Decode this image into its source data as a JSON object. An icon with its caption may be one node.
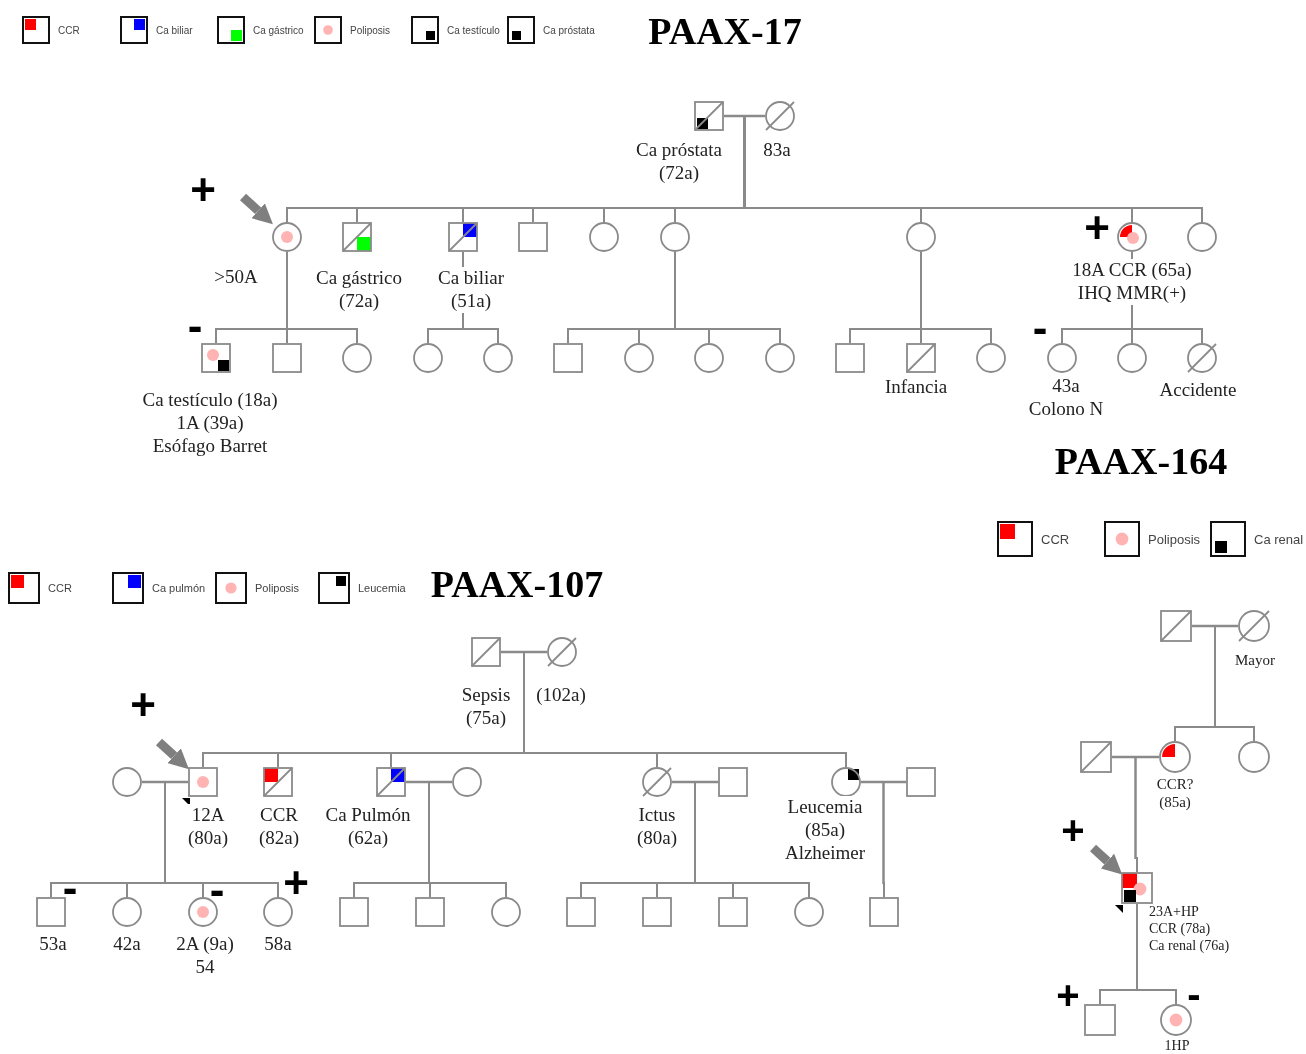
{
  "diagram": {
    "nodes": [
      {
        "text": [],
        "shape": "box",
        "beside": [
          "Ca próstata (72a)"
        ]
      },
      {
        "text": [],
        "shape": "circle",
        "beside": [
          "83a"
        ]
      },
      {
        "text": [],
        "shape": "circle",
        "beside": [
          ">50A"
        ]
      },
      {
        "text": [],
        "shape": "box",
        "beside": [
          "Ca gástrico (72a)"
        ]
      },
      {
        "text": [],
        "shape": "box",
        "beside": [
          "Ca biliar (51a)"
        ]
      },
      {
        "text": [],
        "shape": "box"
      },
      {
        "text": [],
        "shape": "circle"
      },
      {
        "text": [],
        "shape": "circle"
      },
      {
        "text": [],
        "shape": "circle"
      },
      {
        "text": [],
        "shape": "circle",
        "beside": [
          "18A CCR (65a)",
          "IHQ MMR(+)"
        ]
      },
      {
        "text": [],
        "shape": "circle"
      },
      {
        "text": [],
        "shape": "box",
        "beside": [
          "Ca testículo (18a)",
          "1A (39a)",
          "Esófago Barret"
        ]
      },
      {
        "text": [],
        "shape": "box"
      },
      {
        "text": [],
        "shape": "circle"
      },
      {
        "text": [],
        "shape": "circle"
      },
      {
        "text": [],
        "shape": "circle"
      },
      {
        "text": [],
        "shape": "box"
      },
      {
        "text": [],
        "shape": "circle"
      },
      {
        "text": [],
        "shape": "circle"
      },
      {
        "text": [],
        "shape": "circle"
      },
      {
        "text": [],
        "shape": "box"
      },
      {
        "text": [],
        "shape": "box",
        "beside": [
          "Infancia"
        ]
      },
      {
        "text": [],
        "shape": "circle"
      },
      {
        "text": [],
        "shape": "circle",
        "beside": [
          "43a",
          "Colono N"
        ]
      },
      {
        "text": [],
        "shape": "circle"
      },
      {
        "text": [],
        "shape": "circle",
        "beside": [
          "Accidente"
        ]
      },
      {
        "text": [],
        "shape": "box",
        "beside": [
          "Sepsis (75a)"
        ]
      },
      {
        "text": [],
        "shape": "circle",
        "beside": [
          "(102a)"
        ]
      },
      {
        "text": [],
        "shape": "circle"
      },
      {
        "text": [],
        "shape": "box",
        "beside": [
          "12A (80a)"
        ]
      },
      {
        "text": [],
        "shape": "box",
        "beside": [
          "CCR (82a)"
        ]
      },
      {
        "text": [],
        "shape": "box",
        "beside": [
          "Ca Pulmón (62a)"
        ]
      },
      {
        "text": [],
        "shape": "circle"
      },
      {
        "text": [],
        "shape": "circle",
        "beside": [
          "Ictus (80a)"
        ]
      },
      {
        "text": [],
        "shape": "box"
      },
      {
        "text": [],
        "shape": "circle",
        "beside": [
          "Leucemia (85a)",
          "Alzheimer"
        ]
      },
      {
        "text": [],
        "shape": "box"
      },
      {
        "text": [],
        "shape": "box",
        "beside": [
          "53a"
        ]
      },
      {
        "text": [],
        "shape": "circle",
        "beside": [
          "42a"
        ]
      },
      {
        "text": [],
        "shape": "circle",
        "beside": [
          "2A (9a)",
          "54"
        ]
      },
      {
        "text": [],
        "shape": "circle",
        "beside": [
          "58a"
        ]
      },
      {
        "text": [],
        "shape": "box"
      },
      {
        "text": [],
        "shape": "box"
      },
      {
        "text": [],
        "shape": "circle"
      },
      {
        "text": [],
        "shape": "box"
      },
      {
        "text": [],
        "shape": "box"
      },
      {
        "text": [],
        "shape": "box"
      },
      {
        "text": [],
        "shape": "circle"
      },
      {
        "text": [],
        "shape": "box"
      },
      {
        "text": [],
        "shape": "box"
      },
      {
        "text": [],
        "shape": "circle",
        "beside": [
          "Mayor"
        ]
      },
      {
        "text": [],
        "shape": "box"
      },
      {
        "text": [],
        "shape": "circle",
        "beside": [
          "CCR? (85a)"
        ]
      },
      {
        "text": [],
        "shape": "circle"
      },
      {
        "text": [],
        "shape": "box",
        "beside": [
          "23A+HP",
          "CCR (78a)",
          "Ca renal (76a)"
        ]
      },
      {
        "text": [],
        "shape": "box"
      },
      {
        "text": [],
        "shape": "circle",
        "beside": [
          "1HP"
        ]
      }
    ],
    "edges": [
      {
        "from": 0,
        "to": 1,
        "arrow": "none"
      },
      {
        "from": 0,
        "to": 2,
        "arrow": "none"
      },
      {
        "from": 1,
        "to": 2,
        "arrow": "none"
      },
      {
        "from": 0,
        "to": 3,
        "arrow": "none"
      },
      {
        "from": 1,
        "to": 3,
        "arrow": "none"
      },
      {
        "from": 0,
        "to": 4,
        "arrow": "none"
      },
      {
        "from": 1,
        "to": 4,
        "arrow": "none"
      },
      {
        "from": 0,
        "to": 5,
        "arrow": "none"
      },
      {
        "from": 1,
        "to": 5,
        "arrow": "none"
      },
      {
        "from": 0,
        "to": 6,
        "arrow": "none"
      },
      {
        "from": 1,
        "to": 6,
        "arrow": "none"
      },
      {
        "from": 0,
        "to": 7,
        "arrow": "none"
      },
      {
        "from": 1,
        "to": 7,
        "arrow": "none"
      },
      {
        "from": 0,
        "to": 8,
        "arrow": "none"
      },
      {
        "from": 1,
        "to": 8,
        "arrow": "none"
      },
      {
        "from": 0,
        "to": 9,
        "arrow": "none"
      },
      {
        "from": 1,
        "to": 9,
        "arrow": "none"
      },
      {
        "from": 0,
        "to": 10,
        "arrow": "none"
      },
      {
        "from": 1,
        "to": 10,
        "arrow": "none"
      },
      {
        "from": 2,
        "to": 11,
        "arrow": "none"
      },
      {
        "from": 2,
        "to": 12,
        "arrow": "none"
      },
      {
        "from": 2,
        "to": 13,
        "arrow": "none"
      },
      {
        "from": 4,
        "to": 14,
        "arrow": "none"
      },
      {
        "from": 4,
        "to": 15,
        "arrow": "none"
      },
      {
        "from": 7,
        "to": 16,
        "arrow": "none"
      },
      {
        "from": 7,
        "to": 17,
        "arrow": "none"
      },
      {
        "from": 7,
        "to": 18,
        "arrow": "none"
      },
      {
        "from": 7,
        "to": 19,
        "arrow": "none"
      },
      {
        "from": 8,
        "to": 20,
        "arrow": "none"
      },
      {
        "from": 8,
        "to": 21,
        "arrow": "none"
      },
      {
        "from": 8,
        "to": 22,
        "arrow": "none"
      },
      {
        "from": 9,
        "to": 23,
        "arrow": "none"
      },
      {
        "from": 9,
        "to": 24,
        "arrow": "none"
      },
      {
        "from": 9,
        "to": 25,
        "arrow": "none"
      },
      {
        "from": null,
        "to": 2,
        "arrow": "to",
        "style": "thick"
      },
      {
        "from": 26,
        "to": 27,
        "arrow": "none"
      },
      {
        "from": 26,
        "to": 29,
        "arrow": "none"
      },
      {
        "from": 27,
        "to": 29,
        "arrow": "none"
      },
      {
        "from": 26,
        "to": 30,
        "arrow": "none"
      },
      {
        "from": 27,
        "to": 30,
        "arrow": "none"
      },
      {
        "from": 26,
        "to": 31,
        "arrow": "none"
      },
      {
        "from": 27,
        "to": 31,
        "arrow": "none"
      },
      {
        "from": 26,
        "to": 33,
        "arrow": "none"
      },
      {
        "from": 27,
        "to": 33,
        "arrow": "none"
      },
      {
        "from": 26,
        "to": 35,
        "arrow": "none"
      },
      {
        "from": 27,
        "to": 35,
        "arrow": "none"
      },
      {
        "from": 28,
        "to": 29,
        "arrow": "none"
      },
      {
        "from": 28,
        "to": 37,
        "arrow": "none"
      },
      {
        "from": 29,
        "to": 37,
        "arrow": "none"
      },
      {
        "from": 28,
        "to": 38,
        "arrow": "none"
      },
      {
        "from": 29,
        "to": 38,
        "arrow": "none"
      },
      {
        "from": 28,
        "to": 39,
        "arrow": "none"
      },
      {
        "from": 29,
        "to": 39,
        "arrow": "none"
      },
      {
        "from": 28,
        "to": 40,
        "arrow": "none"
      },
      {
        "from": 29,
        "to": 40,
        "arrow": "none"
      },
      {
        "from": 31,
        "to": 32,
        "arrow": "none"
      },
      {
        "from": 31,
        "to": 41,
        "arrow": "none"
      },
      {
        "from": 32,
        "to": 41,
        "arrow": "none"
      },
      {
        "from": 31,
        "to": 42,
        "arrow": "none"
      },
      {
        "from": 32,
        "to": 42,
        "arrow": "none"
      },
      {
        "from": 31,
        "to": 43,
        "arrow": "none"
      },
      {
        "from": 32,
        "to": 43,
        "arrow": "none"
      },
      {
        "from": 33,
        "to": 34,
        "arrow": "none"
      },
      {
        "from": 33,
        "to": 44,
        "arrow": "none"
      },
      {
        "from": 34,
        "to": 44,
        "arrow": "none"
      },
      {
        "from": 33,
        "to": 45,
        "arrow": "none"
      },
      {
        "from": 34,
        "to": 45,
        "arrow": "none"
      },
      {
        "from": 33,
        "to": 46,
        "arrow": "none"
      },
      {
        "from": 34,
        "to": 46,
        "arrow": "none"
      },
      {
        "from": 33,
        "to": 47,
        "arrow": "none"
      },
      {
        "from": 34,
        "to": 47,
        "arrow": "none"
      },
      {
        "from": 35,
        "to": 36,
        "arrow": "none"
      },
      {
        "from": 35,
        "to": 48,
        "arrow": "none"
      },
      {
        "from": 36,
        "to": 48,
        "arrow": "none"
      },
      {
        "from": null,
        "to": 29,
        "arrow": "to",
        "style": "thick"
      },
      {
        "from": 49,
        "to": 50,
        "arrow": "none"
      },
      {
        "from": 49,
        "to": 52,
        "arrow": "none"
      },
      {
        "from": 50,
        "to": 52,
        "arrow": "none"
      },
      {
        "from": 49,
        "to": 53,
        "arrow": "none"
      },
      {
        "from": 50,
        "to": 53,
        "arrow": "none"
      },
      {
        "from": 51,
        "to": 52,
        "arrow": "none"
      },
      {
        "from": 51,
        "to": 54,
        "arrow": "none"
      },
      {
        "from": 52,
        "to": 54,
        "arrow": "none"
      },
      {
        "from": 54,
        "to": 55,
        "arrow": "none"
      },
      {
        "from": 54,
        "to": 56,
        "arrow": "none"
      },
      {
        "from": null,
        "to": 54,
        "arrow": "to",
        "style": "thick"
      }
    ],
    "labels": [
      "PAAX-17",
      "+",
      "-",
      "+",
      "-",
      "PAAX-164",
      "PAAX-107",
      "+",
      "-",
      "-",
      "+",
      "+",
      "+",
      "-"
    ],
    "legend": [
      {
        "text": "CCR",
        "color": "#ff0000"
      },
      {
        "text": "Ca biliar",
        "color": "#0000ff"
      },
      {
        "text": "Ca gástrico",
        "color": "#00ff00"
      },
      {
        "text": "Poliposis",
        "color": "#ffb3b3"
      },
      {
        "text": "Ca testículo",
        "color": "#000000"
      },
      {
        "text": "Ca próstata",
        "color": "#000000"
      },
      {
        "text": "CCR",
        "color": "#ff0000"
      },
      {
        "text": "Ca pulmón",
        "color": "#0000ff"
      },
      {
        "text": "Poliposis",
        "color": "#ffb3b3"
      },
      {
        "text": "Leucemia",
        "color": "#000000"
      },
      {
        "text": "CCR",
        "color": "#ff0000"
      },
      {
        "text": "Poliposis",
        "color": "#ffb3b3"
      },
      {
        "text": "Ca renal",
        "color": "#000000"
      }
    ]
  }
}
